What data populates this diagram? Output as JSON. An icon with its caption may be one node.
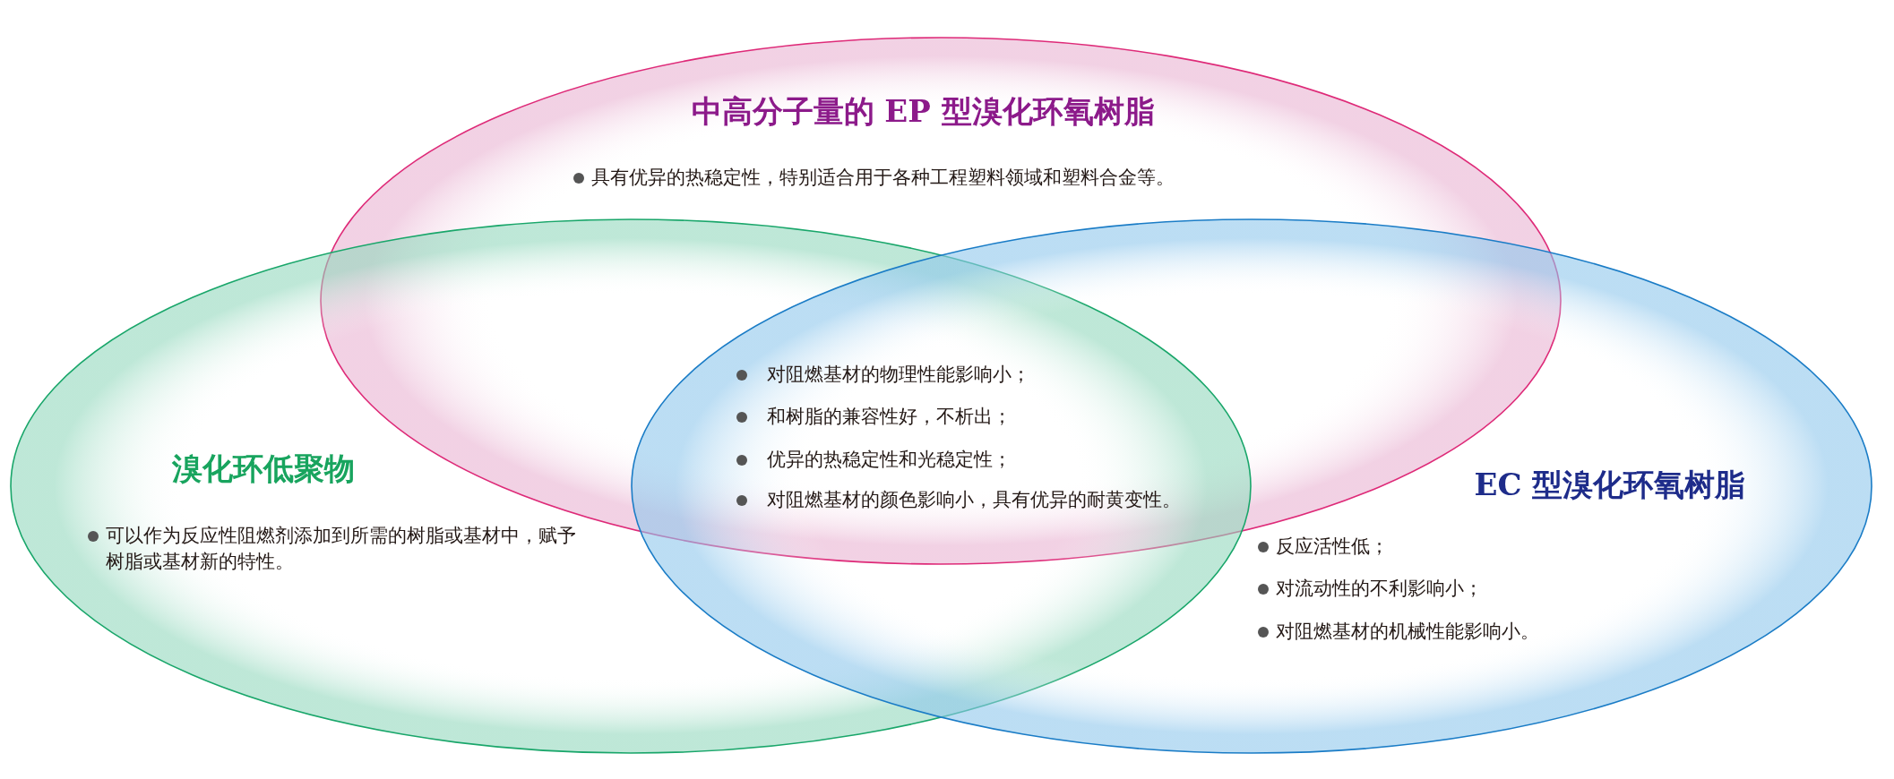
{
  "diagram": {
    "nodes": [
      {
        "text": [
          "中高分子量的 EP 型溴化环氧树脂",
          "具有优异的热稳定性，特别适合用于各种工程塑料领域和塑料合金等。"
        ]
      },
      {
        "text": [
          "溴化环低聚物",
          "可以作为反应性阻燃剂添加到所需的树脂或基材中，赋予树脂或基材新的特性。"
        ]
      },
      {
        "text": [
          "EC 型溴化环氧树脂",
          "反应活性低；",
          "对流动性的不利影响小；",
          "对阻燃基材的机械性能影响小。"
        ]
      }
    ],
    "labels": [
      "对阻燃基材的物理性能影响小；",
      "和树脂的兼容性好，不析出；",
      "优异的热稳定性和光稳定性；",
      "对阻燃基材的颜色影响小，具有优异的耐黄变性。"
    ]
  }
}
